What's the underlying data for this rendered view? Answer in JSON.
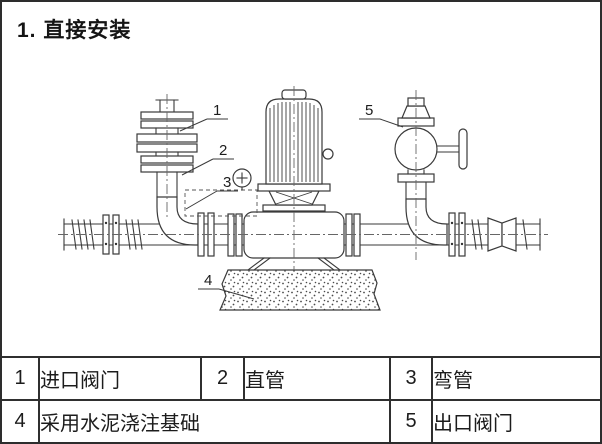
{
  "title": "1. 直接安装",
  "figure": {
    "callouts": {
      "c1": "1",
      "c2": "2",
      "c3": "3",
      "c4": "4",
      "c5": "5"
    }
  },
  "legend": {
    "items": [
      {
        "num": "1",
        "label": "进口阀门"
      },
      {
        "num": "2",
        "label": "直管"
      },
      {
        "num": "3",
        "label": "弯管"
      },
      {
        "num": "4",
        "label": "采用水泥浇注基础"
      },
      {
        "num": "5",
        "label": "出口阀门"
      }
    ]
  }
}
